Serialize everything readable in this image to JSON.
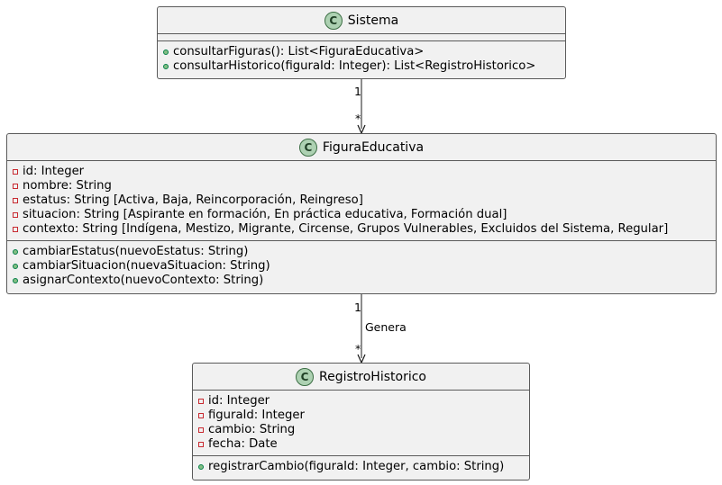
{
  "classes": {
    "sistema": {
      "name": "Sistema",
      "badge": "C",
      "attributes": [],
      "methods": [
        {
          "visibility": "public",
          "text": "consultarFiguras(): List<FiguraEducativa>"
        },
        {
          "visibility": "public",
          "text": "consultarHistorico(figuraId: Integer): List<RegistroHistorico>"
        }
      ]
    },
    "figura_educativa": {
      "name": "FiguraEducativa",
      "badge": "C",
      "attributes": [
        {
          "visibility": "private",
          "text": "id: Integer"
        },
        {
          "visibility": "private",
          "text": "nombre: String"
        },
        {
          "visibility": "private",
          "text": "estatus: String [Activa, Baja, Reincorporación, Reingreso]"
        },
        {
          "visibility": "private",
          "text": "situacion: String [Aspirante en formación, En práctica educativa, Formación dual]"
        },
        {
          "visibility": "private",
          "text": "contexto: String [Indígena, Mestizo, Migrante, Circense, Grupos Vulnerables, Excluidos del Sistema, Regular]"
        }
      ],
      "methods": [
        {
          "visibility": "public",
          "text": "cambiarEstatus(nuevoEstatus: String)"
        },
        {
          "visibility": "public",
          "text": "cambiarSituacion(nuevaSituacion: String)"
        },
        {
          "visibility": "public",
          "text": "asignarContexto(nuevoContexto: String)"
        }
      ]
    },
    "registro_historico": {
      "name": "RegistroHistorico",
      "badge": "C",
      "attributes": [
        {
          "visibility": "private",
          "text": "id: Integer"
        },
        {
          "visibility": "private",
          "text": "figuraId: Integer"
        },
        {
          "visibility": "private",
          "text": "cambio: String"
        },
        {
          "visibility": "private",
          "text": "fecha: Date"
        }
      ],
      "methods": [
        {
          "visibility": "public",
          "text": "registrarCambio(figuraId: Integer, cambio: String)"
        }
      ]
    }
  },
  "relations": {
    "sistema_to_figura": {
      "source_mult": "1",
      "target_mult": "*",
      "label": ""
    },
    "figura_to_registro": {
      "source_mult": "1",
      "target_mult": "*",
      "label": "Genera"
    }
  },
  "colors": {
    "class_fill": "#f1f1f1",
    "class_border": "#5a5a5a",
    "badge_fill": "#add1b2",
    "private_marker": "#c82930",
    "public_marker": "#84be84",
    "line": "#181818"
  }
}
